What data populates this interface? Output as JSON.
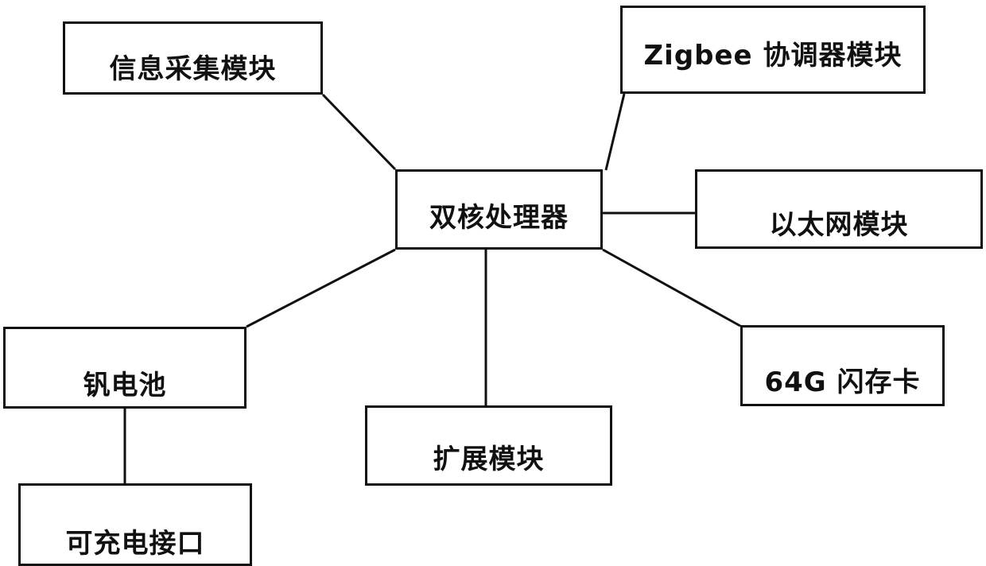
{
  "diagram": {
    "nodes": {
      "info_collection": "信息采集模块",
      "zigbee_coordinator": "Zigbee 协调器模块",
      "dual_core_processor": "双核处理器",
      "ethernet": "以太网模块",
      "battery": "钒电池",
      "flash_card": "64G 闪存卡",
      "expansion": "扩展模块",
      "charging_port": "可充电接口"
    },
    "edges": [
      [
        "dual_core_processor",
        "info_collection"
      ],
      [
        "dual_core_processor",
        "zigbee_coordinator"
      ],
      [
        "dual_core_processor",
        "ethernet"
      ],
      [
        "dual_core_processor",
        "flash_card"
      ],
      [
        "dual_core_processor",
        "expansion"
      ],
      [
        "dual_core_processor",
        "battery"
      ],
      [
        "battery",
        "charging_port"
      ]
    ],
    "colors": {
      "line": "#111111",
      "border": "#111111",
      "background": "#ffffff"
    }
  }
}
